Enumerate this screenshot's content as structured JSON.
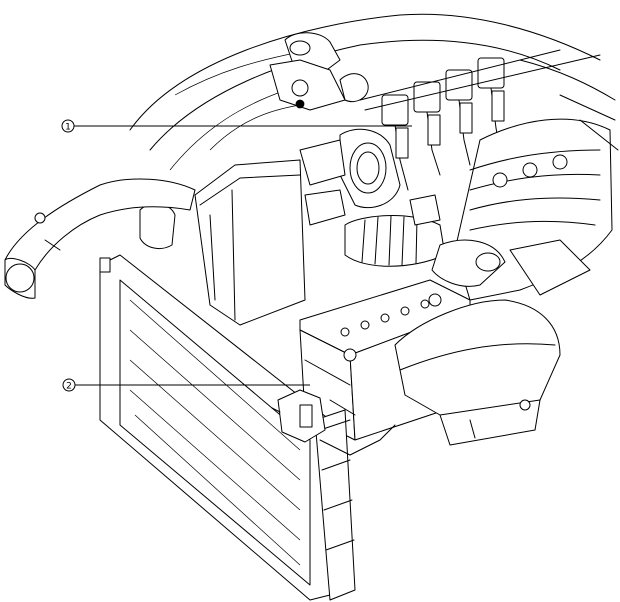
{
  "callouts": [
    {
      "id": "callout-1",
      "label": "1"
    },
    {
      "id": "callout-2",
      "label": "2"
    }
  ],
  "colors": {
    "line": "#000000",
    "background": "#ffffff"
  }
}
